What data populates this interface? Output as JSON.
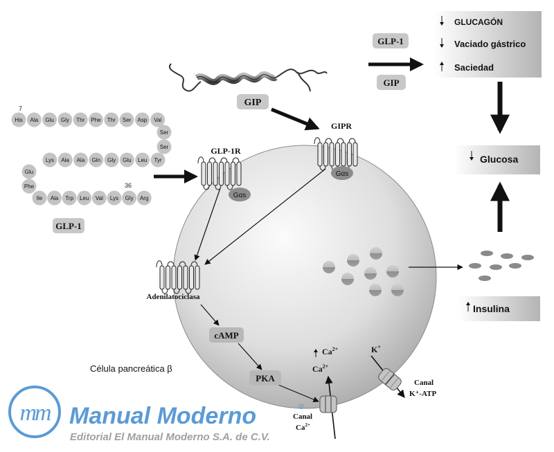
{
  "peptide": {
    "glp1": {
      "residues": [
        "His",
        "Ala",
        "Glu",
        "Gly",
        "Thr",
        "Phe",
        "Thr",
        "Ser",
        "Asp",
        "Val",
        "Ser",
        "Ser",
        "Tyr",
        "Leu",
        "Glu",
        "Gly",
        "Gln",
        "Ala",
        "Ala",
        "Lys",
        "Glu",
        "Phe",
        "Ile",
        "Ala",
        "Trp",
        "Leu",
        "Val",
        "Lys",
        "Gly",
        "Arg"
      ],
      "start_number": "7",
      "end_number": "36",
      "label": "GLP-1"
    }
  },
  "labels": {
    "gip_top": "GIP",
    "gipr": "GIPR",
    "glp1r": "GLP-1R",
    "gas_1": "Gαs",
    "gas_2": "Gαs",
    "adenylate": "Adenilatociclasa",
    "camp": "cAMP",
    "pka": "PKA",
    "ca_up": "Ca",
    "ca_up_sup": "2+",
    "ca_in": "Ca",
    "ca_in_sup": "2+",
    "k": "K",
    "k_sup": "+",
    "canal_katp_1": "Canal",
    "canal_katp_2": "K⁺-ATP",
    "canal_ca_1": "Canal",
    "canal_ca_2": "Ca",
    "canal_ca_sup": "2+",
    "cell": "Célula pancreática β",
    "glp1_box": "GLP-1",
    "gip_box": "GIP"
  },
  "effects": {
    "glucagon": "GLUCAGÓN",
    "vaciado": "Vaciado gástrico",
    "saciedad": "Saciedad",
    "glucosa": "Glucosa",
    "insulina": "Insulina"
  },
  "logo": {
    "name": "Manual Moderno",
    "registered": "®",
    "subtitle": "Editorial El Manual Moderno S.A. de C.V.",
    "monogram": "mm"
  },
  "colors": {
    "logo_blue": "#5b9bd5",
    "logo_gray": "#a0a0a0",
    "box_gray": "#c8c8c8",
    "bead_gray": "#c4c4c4",
    "dark": "#1a1a1a"
  }
}
